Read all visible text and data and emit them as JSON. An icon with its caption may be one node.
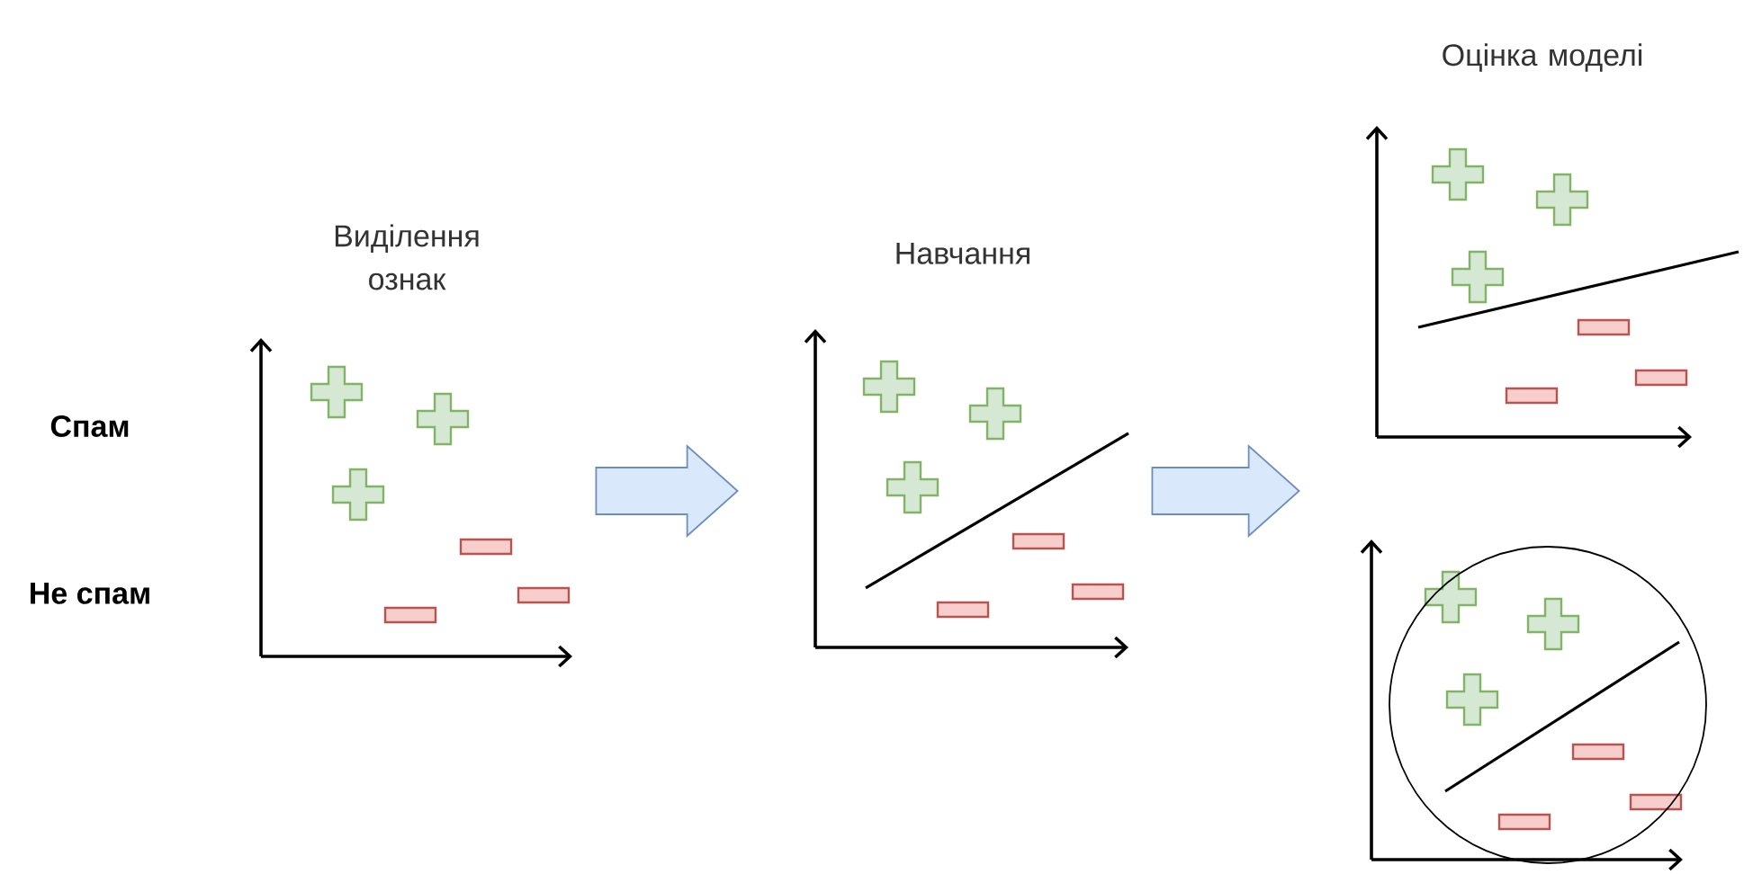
{
  "diagram": {
    "nodes": [
      {
        "text": [
          "Виділення ознак"
        ]
      },
      {
        "text": [
          "Навчання"
        ]
      },
      {
        "text": [
          "Оцінка моделі"
        ]
      },
      {
        "text": [],
        "shape": "picture"
      }
    ],
    "edges": [
      {
        "from": 0,
        "to": 1,
        "arrow": "to"
      },
      {
        "from": 1,
        "to": 2,
        "arrow": "to"
      },
      {
        "from": 1,
        "to": 3,
        "arrow": "to"
      }
    ],
    "labels": [
      "Спам",
      "Не спам"
    ]
  }
}
